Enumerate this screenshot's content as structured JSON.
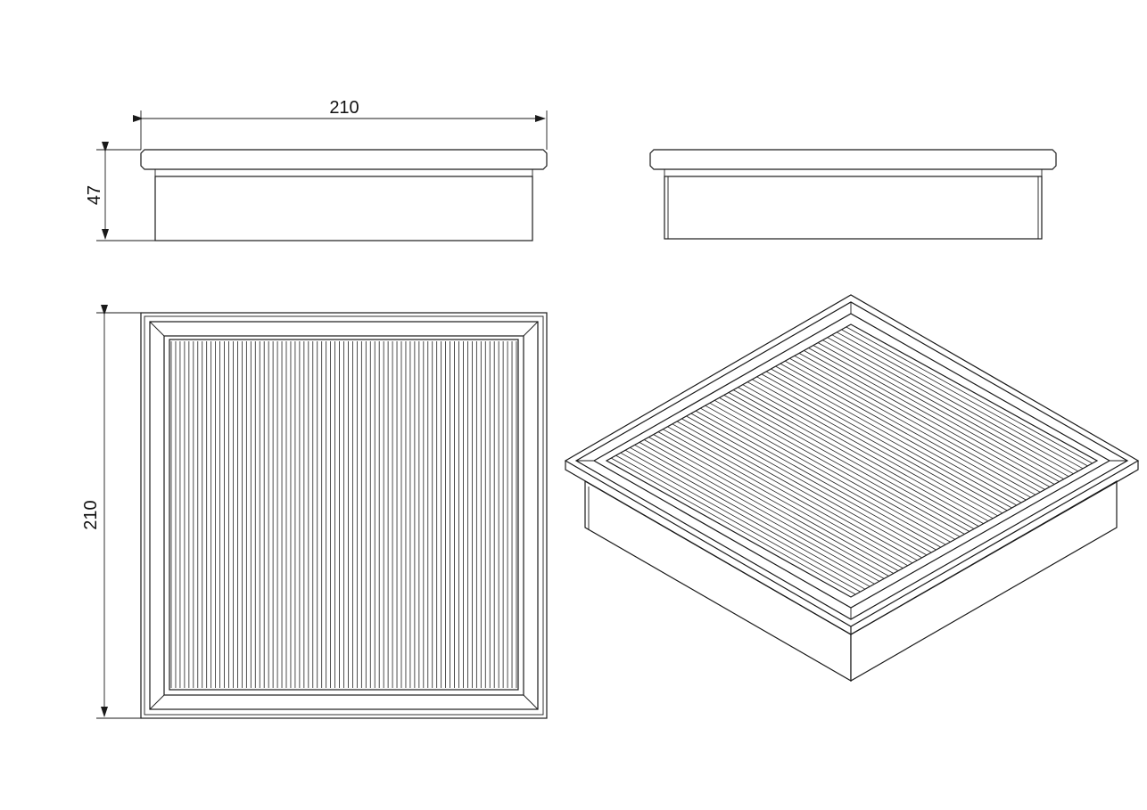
{
  "dimensions": {
    "top_width": "210",
    "height": "47",
    "side_width": "210"
  },
  "colors": {
    "line": "#1a1a1a",
    "background": "#ffffff"
  }
}
